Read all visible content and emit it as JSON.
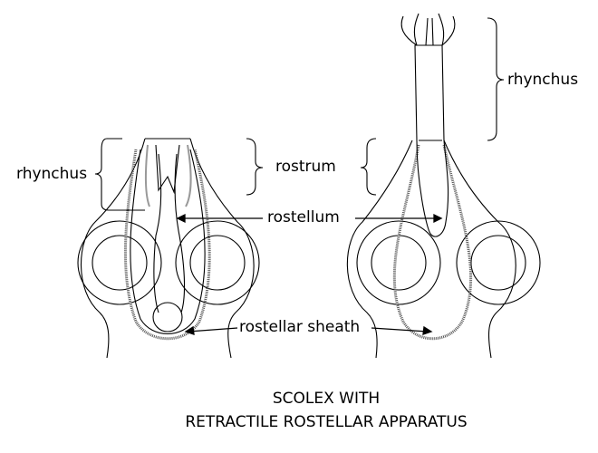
{
  "labels": {
    "rhynchus_left": "rhynchus",
    "rostrum": "rostrum",
    "rostellum": "rostellum",
    "rostellar_sheath": "rostellar sheath",
    "rhynchus_right": "rhynchus"
  },
  "title": {
    "line1": "SCOLEX WITH",
    "line2": "RETRACTILE ROSTELLAR APPARATUS"
  }
}
